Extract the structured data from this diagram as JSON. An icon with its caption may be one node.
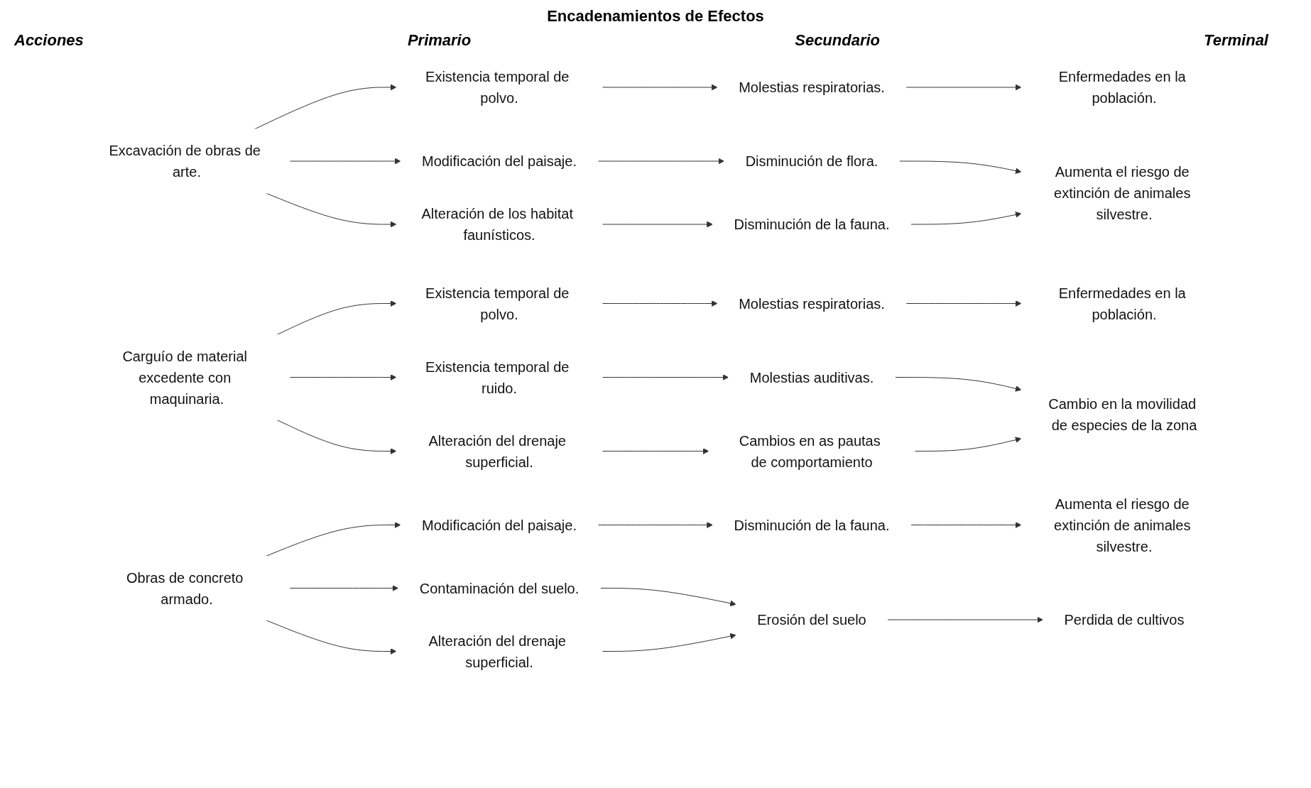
{
  "diagram": {
    "title": "Encadenamientos de Efectos",
    "nodes": [
      {
        "text": [
          "Excavación de obras de arte."
        ]
      },
      {
        "text": [
          "Existencia temporal de polvo."
        ]
      },
      {
        "text": [
          "Modificación del paisaje."
        ]
      },
      {
        "text": [
          "Alteración de los habitat faunísticos."
        ]
      },
      {
        "text": [
          "Molestias respiratorias."
        ]
      },
      {
        "text": [
          "Disminución de flora."
        ]
      },
      {
        "text": [
          "Disminución de la fauna."
        ]
      },
      {
        "text": [
          "Enfermedades en la población."
        ]
      },
      {
        "text": [
          "Aumenta el riesgo de extinción de animales silvestre."
        ]
      },
      {
        "text": [
          "Carguío de material excedente con maquinaria."
        ]
      },
      {
        "text": [
          "Existencia temporal de polvo."
        ]
      },
      {
        "text": [
          "Existencia temporal de ruido."
        ]
      },
      {
        "text": [
          "Alteración del drenaje superficial."
        ]
      },
      {
        "text": [
          "Molestias respiratorias."
        ]
      },
      {
        "text": [
          "Molestias auditivas."
        ]
      },
      {
        "text": [
          "Cambios en as pautas de comportamiento"
        ]
      },
      {
        "text": [
          "Enfermedades en la población."
        ]
      },
      {
        "text": [
          "Cambio en la movilidad de especies de la zona"
        ]
      },
      {
        "text": [
          "Obras de concreto armado."
        ]
      },
      {
        "text": [
          "Modificación del paisaje."
        ]
      },
      {
        "text": [
          "Contaminación del suelo."
        ]
      },
      {
        "text": [
          "Alteración del drenaje superficial."
        ]
      },
      {
        "text": [
          "Disminución de la fauna."
        ]
      },
      {
        "text": [
          "Erosión del suelo"
        ]
      },
      {
        "text": [
          "Aumenta el riesgo de extinción de animales silvestre."
        ]
      },
      {
        "text": [
          "Perdida de cultivos"
        ]
      }
    ],
    "edges": [
      {
        "from": 0,
        "to": 1,
        "arrow": "to"
      },
      {
        "from": 0,
        "to": 2,
        "arrow": "to"
      },
      {
        "from": 0,
        "to": 3,
        "arrow": "to"
      },
      {
        "from": 1,
        "to": 4,
        "arrow": "to"
      },
      {
        "from": 2,
        "to": 5,
        "arrow": "to"
      },
      {
        "from": 3,
        "to": 6,
        "arrow": "to"
      },
      {
        "from": 4,
        "to": 7,
        "arrow": "to"
      },
      {
        "from": 5,
        "to": 8,
        "arrow": "to"
      },
      {
        "from": 6,
        "to": 8,
        "arrow": "to"
      },
      {
        "from": 9,
        "to": 10,
        "arrow": "to"
      },
      {
        "from": 9,
        "to": 11,
        "arrow": "to"
      },
      {
        "from": 9,
        "to": 12,
        "arrow": "to"
      },
      {
        "from": 10,
        "to": 13,
        "arrow": "to"
      },
      {
        "from": 11,
        "to": 14,
        "arrow": "to"
      },
      {
        "from": 12,
        "to": 15,
        "arrow": "to"
      },
      {
        "from": 13,
        "to": 16,
        "arrow": "to"
      },
      {
        "from": 14,
        "to": 17,
        "arrow": "to"
      },
      {
        "from": 15,
        "to": 17,
        "arrow": "to"
      },
      {
        "from": 18,
        "to": 19,
        "arrow": "to"
      },
      {
        "from": 18,
        "to": 20,
        "arrow": "to"
      },
      {
        "from": 18,
        "to": 21,
        "arrow": "to"
      },
      {
        "from": 19,
        "to": 22,
        "arrow": "to"
      },
      {
        "from": 20,
        "to": 23,
        "arrow": "to"
      },
      {
        "from": 21,
        "to": 23,
        "arrow": "to"
      },
      {
        "from": 22,
        "to": 24,
        "arrow": "to"
      },
      {
        "from": 23,
        "to": 25,
        "arrow": "to"
      }
    ],
    "labels": [
      "Acciones",
      "Primario",
      "Secundario",
      "Terminal"
    ]
  }
}
